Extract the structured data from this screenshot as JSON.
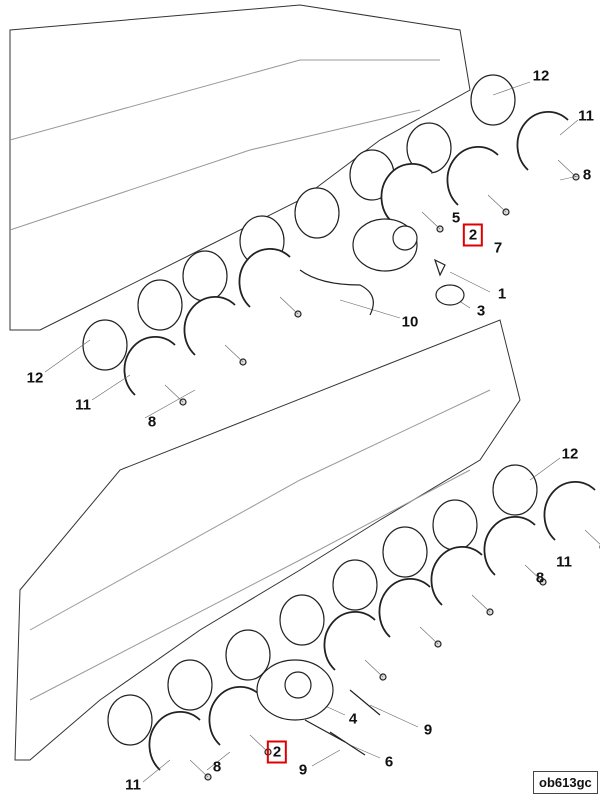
{
  "diagram": {
    "top_view": {
      "callouts": [
        "12",
        "11",
        "8",
        "5",
        "2",
        "7",
        "1",
        "3",
        "10",
        "12",
        "11",
        "8"
      ],
      "highlighted": "2"
    },
    "bottom_view": {
      "callouts": [
        "12",
        "11",
        "8",
        "4",
        "9",
        "2",
        "6",
        "9",
        "11",
        "8"
      ],
      "highlighted": "2"
    },
    "reference_code": "ob613gc",
    "highlight_color": "#e00000"
  }
}
